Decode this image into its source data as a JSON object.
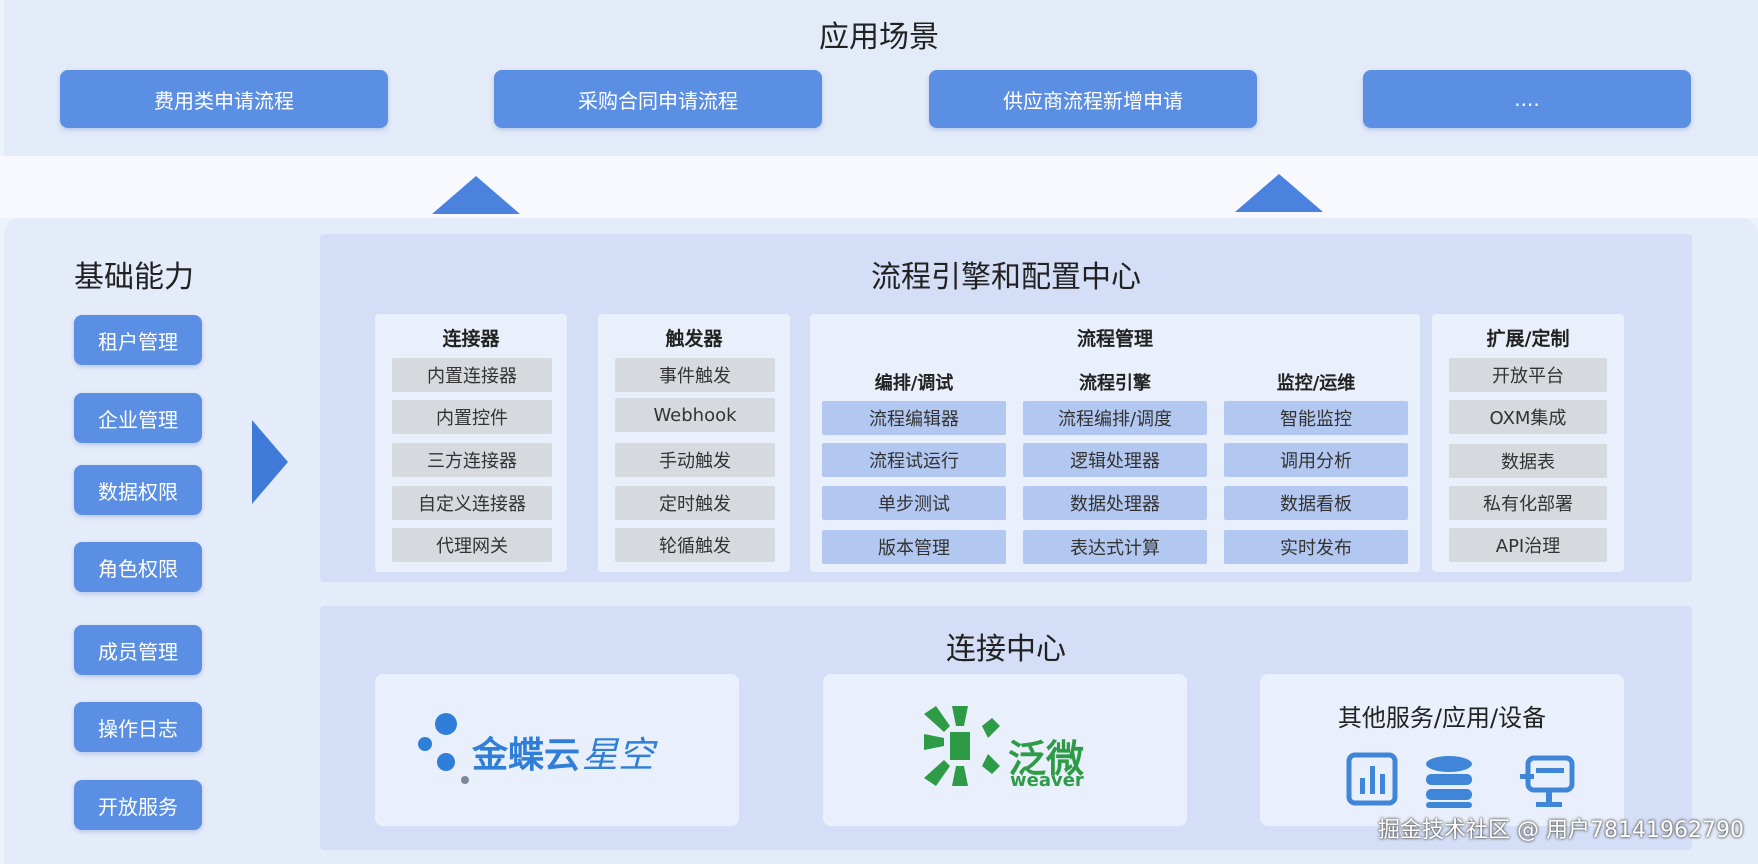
{
  "scenarios": {
    "title": "应用场景",
    "items": [
      "费用类申请流程",
      "采购合同申请流程",
      "供应商流程新增申请",
      "...."
    ]
  },
  "base": {
    "title": "基础能力",
    "items": [
      "租户管理",
      "企业管理",
      "数据权限",
      "角色权限",
      "成员管理",
      "操作日志",
      "开放服务"
    ]
  },
  "engine": {
    "title": "流程引擎和配置中心",
    "connector": {
      "title": "连接器",
      "items": [
        "内置连接器",
        "内置控件",
        "三方连接器",
        "自定义连接器",
        "代理网关"
      ]
    },
    "trigger": {
      "title": "触发器",
      "items": [
        "事件触发",
        "Webhook",
        "手动触发",
        "定时触发",
        "轮循触发"
      ]
    },
    "process": {
      "title": "流程管理",
      "groups": [
        {
          "title": "编排/调试",
          "items": [
            "流程编辑器",
            "流程试运行",
            "单步测试",
            "版本管理"
          ]
        },
        {
          "title": "流程引擎",
          "items": [
            "流程编排/调度",
            "逻辑处理器",
            "数据处理器",
            "表达式计算"
          ]
        },
        {
          "title": "监控/运维",
          "items": [
            "智能监控",
            "调用分析",
            "数据看板",
            "实时发布"
          ]
        }
      ]
    },
    "extend": {
      "title": "扩展/定制",
      "items": [
        "开放平台",
        "OXM集成",
        "数据表",
        "私有化部署",
        "API治理"
      ]
    }
  },
  "connect": {
    "title": "连接中心",
    "kingdee": "金蝶云",
    "kingdee_sub": "星空",
    "weaver": "泛微",
    "weaver_sub": "weaver",
    "other": "其他服务/应用/设备"
  },
  "watermark": "掘金技术社区 @ 用户78141962790",
  "colors": {
    "accent": "#5b8fe3",
    "kingdee": "#2f7fd9",
    "weaver": "#2e9b47"
  }
}
